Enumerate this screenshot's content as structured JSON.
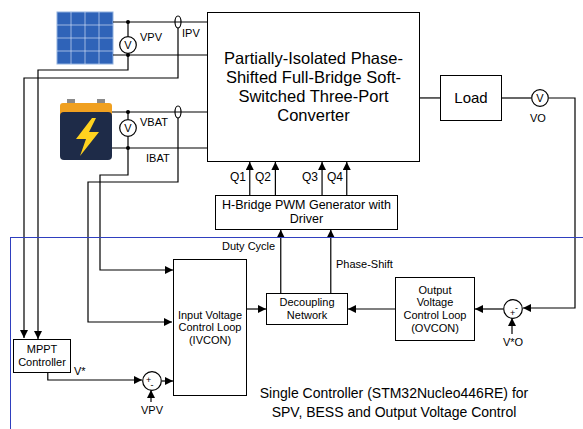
{
  "diagram": {
    "nodes": [
      {
        "text": [
          "Partially-Isolated Phase-Shifted Full-Bridge Soft-Switched Three-Port Converter"
        ]
      },
      {
        "text": [
          "V"
        ]
      },
      {
        "text": [
          "V"
        ]
      },
      {
        "text": [
          "Load"
        ]
      },
      {
        "text": [
          "V"
        ]
      },
      {
        "text": [
          "H-Bridge PWM Generator with Driver"
        ]
      },
      {
        "text": [
          "Single Controller (STM32Nucleo446RE) for SPV, BESS and Output Voltage Control"
        ]
      },
      {
        "text": [
          "Input Voltage Control Loop (IVCON)"
        ],
        "in": 6
      },
      {
        "text": [
          "Decoupling Network"
        ],
        "in": 6
      },
      {
        "text": [
          "Output Voltage Control Loop (OVCON)"
        ],
        "in": 6
      },
      {
        "text": [
          "-",
          "+"
        ],
        "in": 6
      },
      {
        "text": [
          "MPPT Controller"
        ],
        "in": 6
      },
      {
        "text": [
          "+",
          "-"
        ],
        "in": 6
      }
    ],
    "edges": [
      {
        "from": 5,
        "to": 0,
        "arrow": "to",
        "label": "Q1"
      },
      {
        "from": 5,
        "to": 0,
        "arrow": "to",
        "label": "Q2"
      },
      {
        "from": 5,
        "to": 0,
        "arrow": "to",
        "label": "Q3"
      },
      {
        "from": 5,
        "to": 0,
        "arrow": "to",
        "label": "Q4"
      },
      {
        "from": 0,
        "to": 3,
        "arrow": "none"
      },
      {
        "from": 3,
        "to": 4,
        "arrow": "none"
      },
      {
        "from": 4,
        "to": 10,
        "arrow": "to"
      },
      {
        "from": 10,
        "to": 9,
        "arrow": "to"
      },
      {
        "from": 9,
        "to": 8,
        "arrow": "to"
      },
      {
        "from": 7,
        "to": 8,
        "arrow": "to"
      },
      {
        "from": 8,
        "to": 5,
        "arrow": "to",
        "label": "Duty Cycle"
      },
      {
        "from": 8,
        "to": 5,
        "arrow": "to",
        "label": "Phase-Shift"
      },
      {
        "from": 11,
        "to": 12,
        "arrow": "to",
        "label": "V*"
      },
      {
        "from": 12,
        "to": 7,
        "arrow": "to"
      },
      {
        "from": 1,
        "to": 11,
        "arrow": "to"
      },
      {
        "from": 2,
        "to": 7,
        "arrow": "to"
      }
    ],
    "labels": [
      "VPV",
      "IPV",
      "VBAT",
      "IBAT",
      "VO",
      "V*O",
      "VPV"
    ]
  }
}
